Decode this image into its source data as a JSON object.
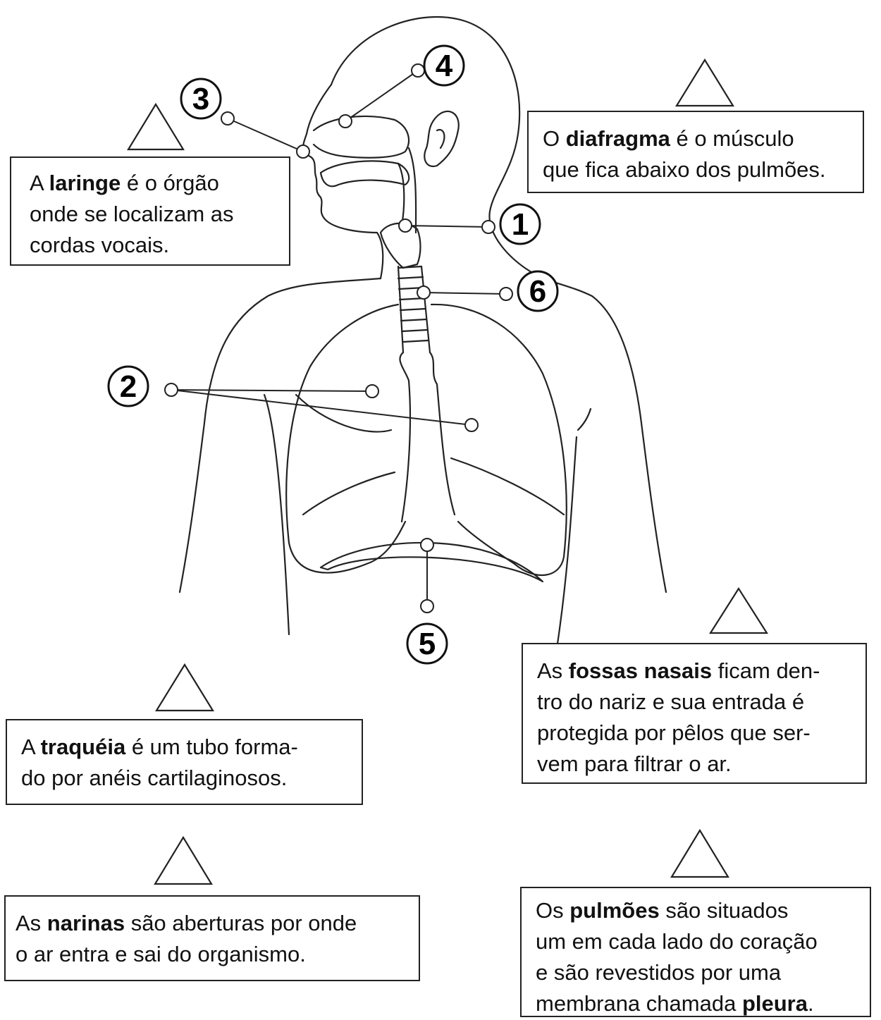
{
  "numbers": [
    "1",
    "2",
    "3",
    "4",
    "5",
    "6"
  ],
  "cards": {
    "laringe": {
      "pre": "A ",
      "term": "laringe",
      "post": " é o órgão",
      "line2": "onde se localizam as",
      "line3": " cordas vocais."
    },
    "diafragma": {
      "pre": "O ",
      "term": "diafragma",
      "post": " é o músculo",
      "line2": "que fica abaixo dos pulmões."
    },
    "traqueia": {
      "pre": "A ",
      "term": "traquéia",
      "post": " é um tubo forma-",
      "line2": "do por anéis cartilaginosos."
    },
    "fossas": {
      "pre": "As ",
      "term": "fossas nasais",
      "post": " ficam den-",
      "line2": "tro do  nariz e sua entrada é",
      "line3": "protegida por pêlos que ser-",
      "line4": "vem para filtrar o ar."
    },
    "narinas": {
      "pre": "As ",
      "term": "narinas",
      "post": " são aberturas por onde",
      "line2": "o ar entra e sai do organismo."
    },
    "pulmoes": {
      "pre": "Os ",
      "term": "pulmões",
      "post": " são situados",
      "line2": "um em cada lado do coração",
      "line3": "e são revestidos por uma",
      "line4pre": "membrana chamada ",
      "line4term": "pleura",
      "line4post": "."
    }
  }
}
